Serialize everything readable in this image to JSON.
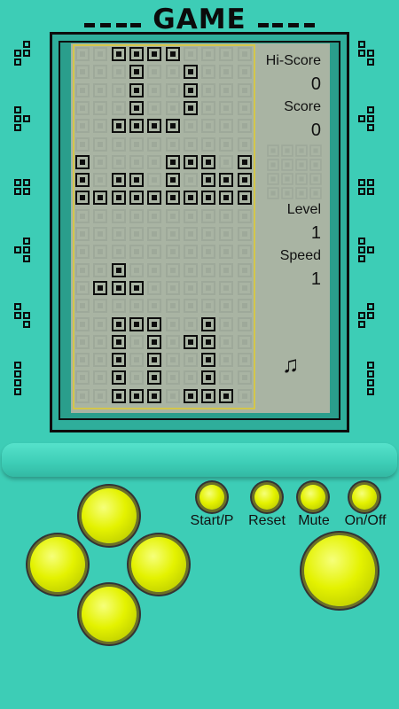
{
  "header": {
    "title": "GAME"
  },
  "score_panel": {
    "hi_score_label": "Hi-Score",
    "hi_score_value": "0",
    "score_label": "Score",
    "score_value": "0",
    "level_label": "Level",
    "level_value": "1",
    "speed_label": "Speed",
    "speed_value": "1",
    "music_icon": "♫"
  },
  "controls": {
    "start_label": "Start/P",
    "reset_label": "Reset",
    "mute_label": "Mute",
    "power_label": "On/Off"
  },
  "colors": {
    "body": "#3dcdb6",
    "lcd": "#a9b4a3",
    "button": "#e4f200"
  },
  "board": {
    "columns": 10,
    "rows": 20,
    "filled": [
      [
        0,
        2
      ],
      [
        0,
        3
      ],
      [
        0,
        4
      ],
      [
        0,
        5
      ],
      [
        1,
        3
      ],
      [
        1,
        6
      ],
      [
        2,
        3
      ],
      [
        2,
        6
      ],
      [
        3,
        3
      ],
      [
        3,
        6
      ],
      [
        4,
        2
      ],
      [
        4,
        3
      ],
      [
        4,
        4
      ],
      [
        4,
        5
      ],
      [
        6,
        0
      ],
      [
        6,
        5
      ],
      [
        6,
        6
      ],
      [
        6,
        7
      ],
      [
        6,
        9
      ],
      [
        7,
        0
      ],
      [
        7,
        2
      ],
      [
        7,
        3
      ],
      [
        7,
        5
      ],
      [
        7,
        7
      ],
      [
        7,
        8
      ],
      [
        7,
        9
      ],
      [
        8,
        0
      ],
      [
        8,
        1
      ],
      [
        8,
        2
      ],
      [
        8,
        3
      ],
      [
        8,
        4
      ],
      [
        8,
        5
      ],
      [
        8,
        6
      ],
      [
        8,
        7
      ],
      [
        8,
        8
      ],
      [
        8,
        9
      ],
      [
        12,
        2
      ],
      [
        13,
        1
      ],
      [
        13,
        2
      ],
      [
        13,
        3
      ],
      [
        15,
        2
      ],
      [
        15,
        3
      ],
      [
        15,
        4
      ],
      [
        15,
        7
      ],
      [
        16,
        2
      ],
      [
        16,
        4
      ],
      [
        16,
        6
      ],
      [
        16,
        7
      ],
      [
        17,
        2
      ],
      [
        17,
        4
      ],
      [
        17,
        7
      ],
      [
        18,
        2
      ],
      [
        18,
        4
      ],
      [
        18,
        7
      ],
      [
        19,
        2
      ],
      [
        19,
        3
      ],
      [
        19,
        4
      ],
      [
        19,
        6
      ],
      [
        19,
        7
      ],
      [
        19,
        8
      ]
    ]
  },
  "next_piece": {
    "columns": 4,
    "rows": 4,
    "filled": []
  }
}
